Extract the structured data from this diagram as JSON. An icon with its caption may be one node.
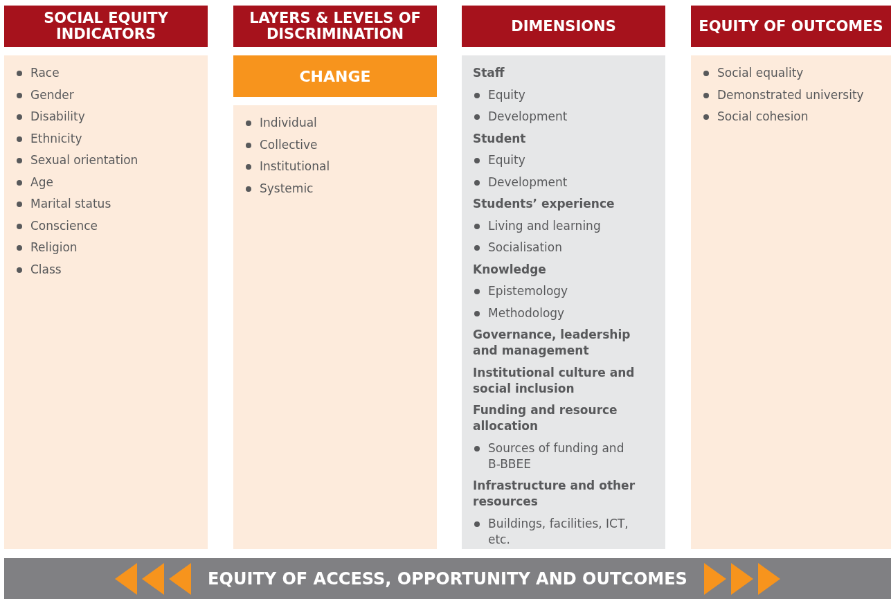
{
  "diagram": {
    "nodes": [
      {
        "text": [
          "SOCIAL EQUITY INDICATORS"
        ]
      },
      {
        "text": [
          "Race",
          "Gender",
          "Disability",
          "Ethnicity",
          "Sexual orientation",
          "Age",
          "Marital status",
          "Conscience",
          "Religion",
          "Class"
        ]
      },
      {
        "text": [
          "LAYERS & LEVELS OF DISCRIMINATION"
        ]
      },
      {
        "text": [
          "CHANGE"
        ]
      },
      {
        "text": [
          "Individual",
          "Collective",
          "Institutional",
          "Systemic"
        ]
      },
      {
        "text": [
          "DIMENSIONS"
        ]
      },
      {
        "text": [
          "Staff",
          "Equity",
          "Development",
          "Student",
          "Equity",
          "Development",
          "Students’ experience",
          "Living and learning",
          "Socialisation",
          "Knowledge",
          "Epistemology",
          "Methodology",
          "Governance, leadership and management",
          "Institutional culture and social inclusion",
          "Funding and resource allocation",
          "Sources of funding and B-BBEE",
          "Infrastructure and other resources",
          "Buildings, facilities, ICT, etc."
        ]
      },
      {
        "text": [
          "EQUITY OF OUTCOMES"
        ]
      },
      {
        "text": [
          "Social equality",
          "Demonstrated university",
          "Social cohesion"
        ]
      },
      {
        "text": [
          "EQUITY OF ACCESS, OPPORTUNITY AND OUTCOMES"
        ]
      }
    ],
    "edges": []
  }
}
